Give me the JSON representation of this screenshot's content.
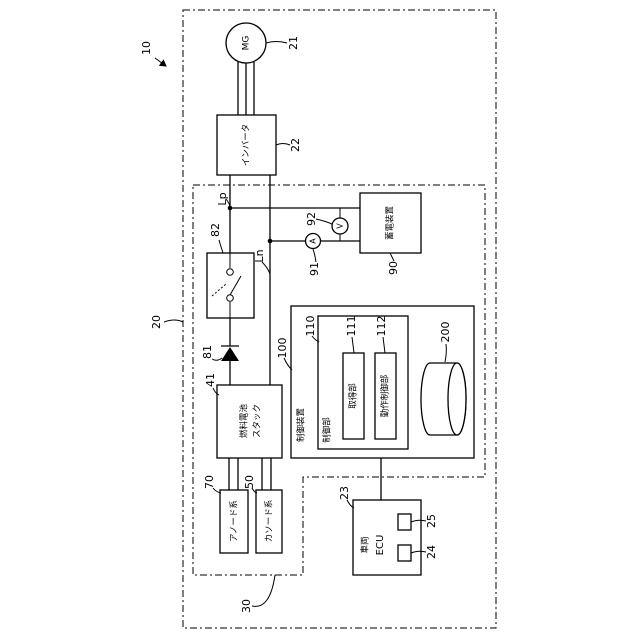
{
  "diagram": {
    "refs": {
      "system": "10",
      "vehicle_block": "20",
      "mg": "21",
      "inverter": "22",
      "vehicle_ecu": "23",
      "ecu_24": "24",
      "ecu_25": "25",
      "fuel_cell_system": "30",
      "fc_stack": "41",
      "cathode": "50",
      "anode": "70",
      "diode": "81",
      "switch": "82",
      "storage": "90",
      "ammeter": "91",
      "voltmeter": "92",
      "controller": "100",
      "control_unit": "110",
      "acquisition": "111",
      "operation_control": "112",
      "memory": "200"
    },
    "labels": {
      "mg": "MG",
      "inverter": "インバータ",
      "storage": "蓄電装置",
      "fc_stack_line1": "燃料電池",
      "fc_stack_line2": "スタック",
      "anode": "アノード系",
      "cathode": "カソード系",
      "controller": "制御装置",
      "control_unit": "制御部",
      "acquisition": "取得部",
      "operation_control": "動作制御部",
      "ecu_line1": "車両",
      "ecu_line2": "ECU",
      "ammeter": "A",
      "voltmeter": "V",
      "lp": "Lp",
      "ln": "Ln"
    }
  }
}
